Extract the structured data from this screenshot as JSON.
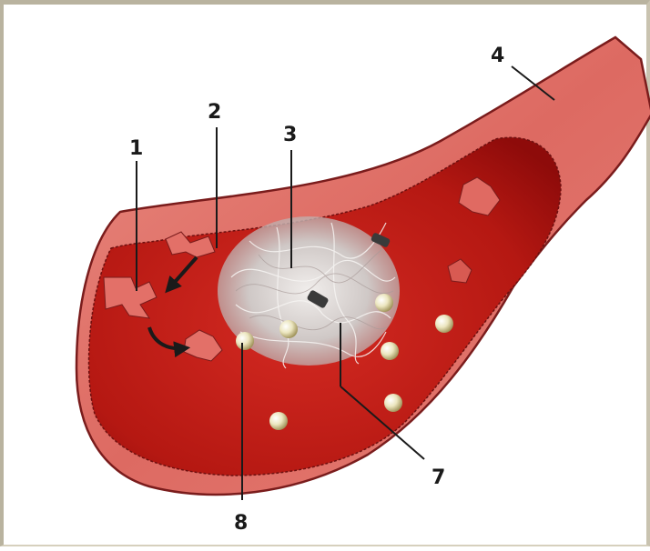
{
  "figure": {
    "labels": [
      "1",
      "2",
      "3",
      "4",
      "7",
      "8"
    ]
  },
  "colors": {
    "vessel_wall": "#e0706a",
    "vessel_outline": "#7a1c1c",
    "lumen": "#c91e18",
    "lumen_deep": "#9c0e0c",
    "clot_fibrin": "#d8d4d2",
    "platelet": "#e9e4bd",
    "arrow": "#1a1a1a"
  }
}
